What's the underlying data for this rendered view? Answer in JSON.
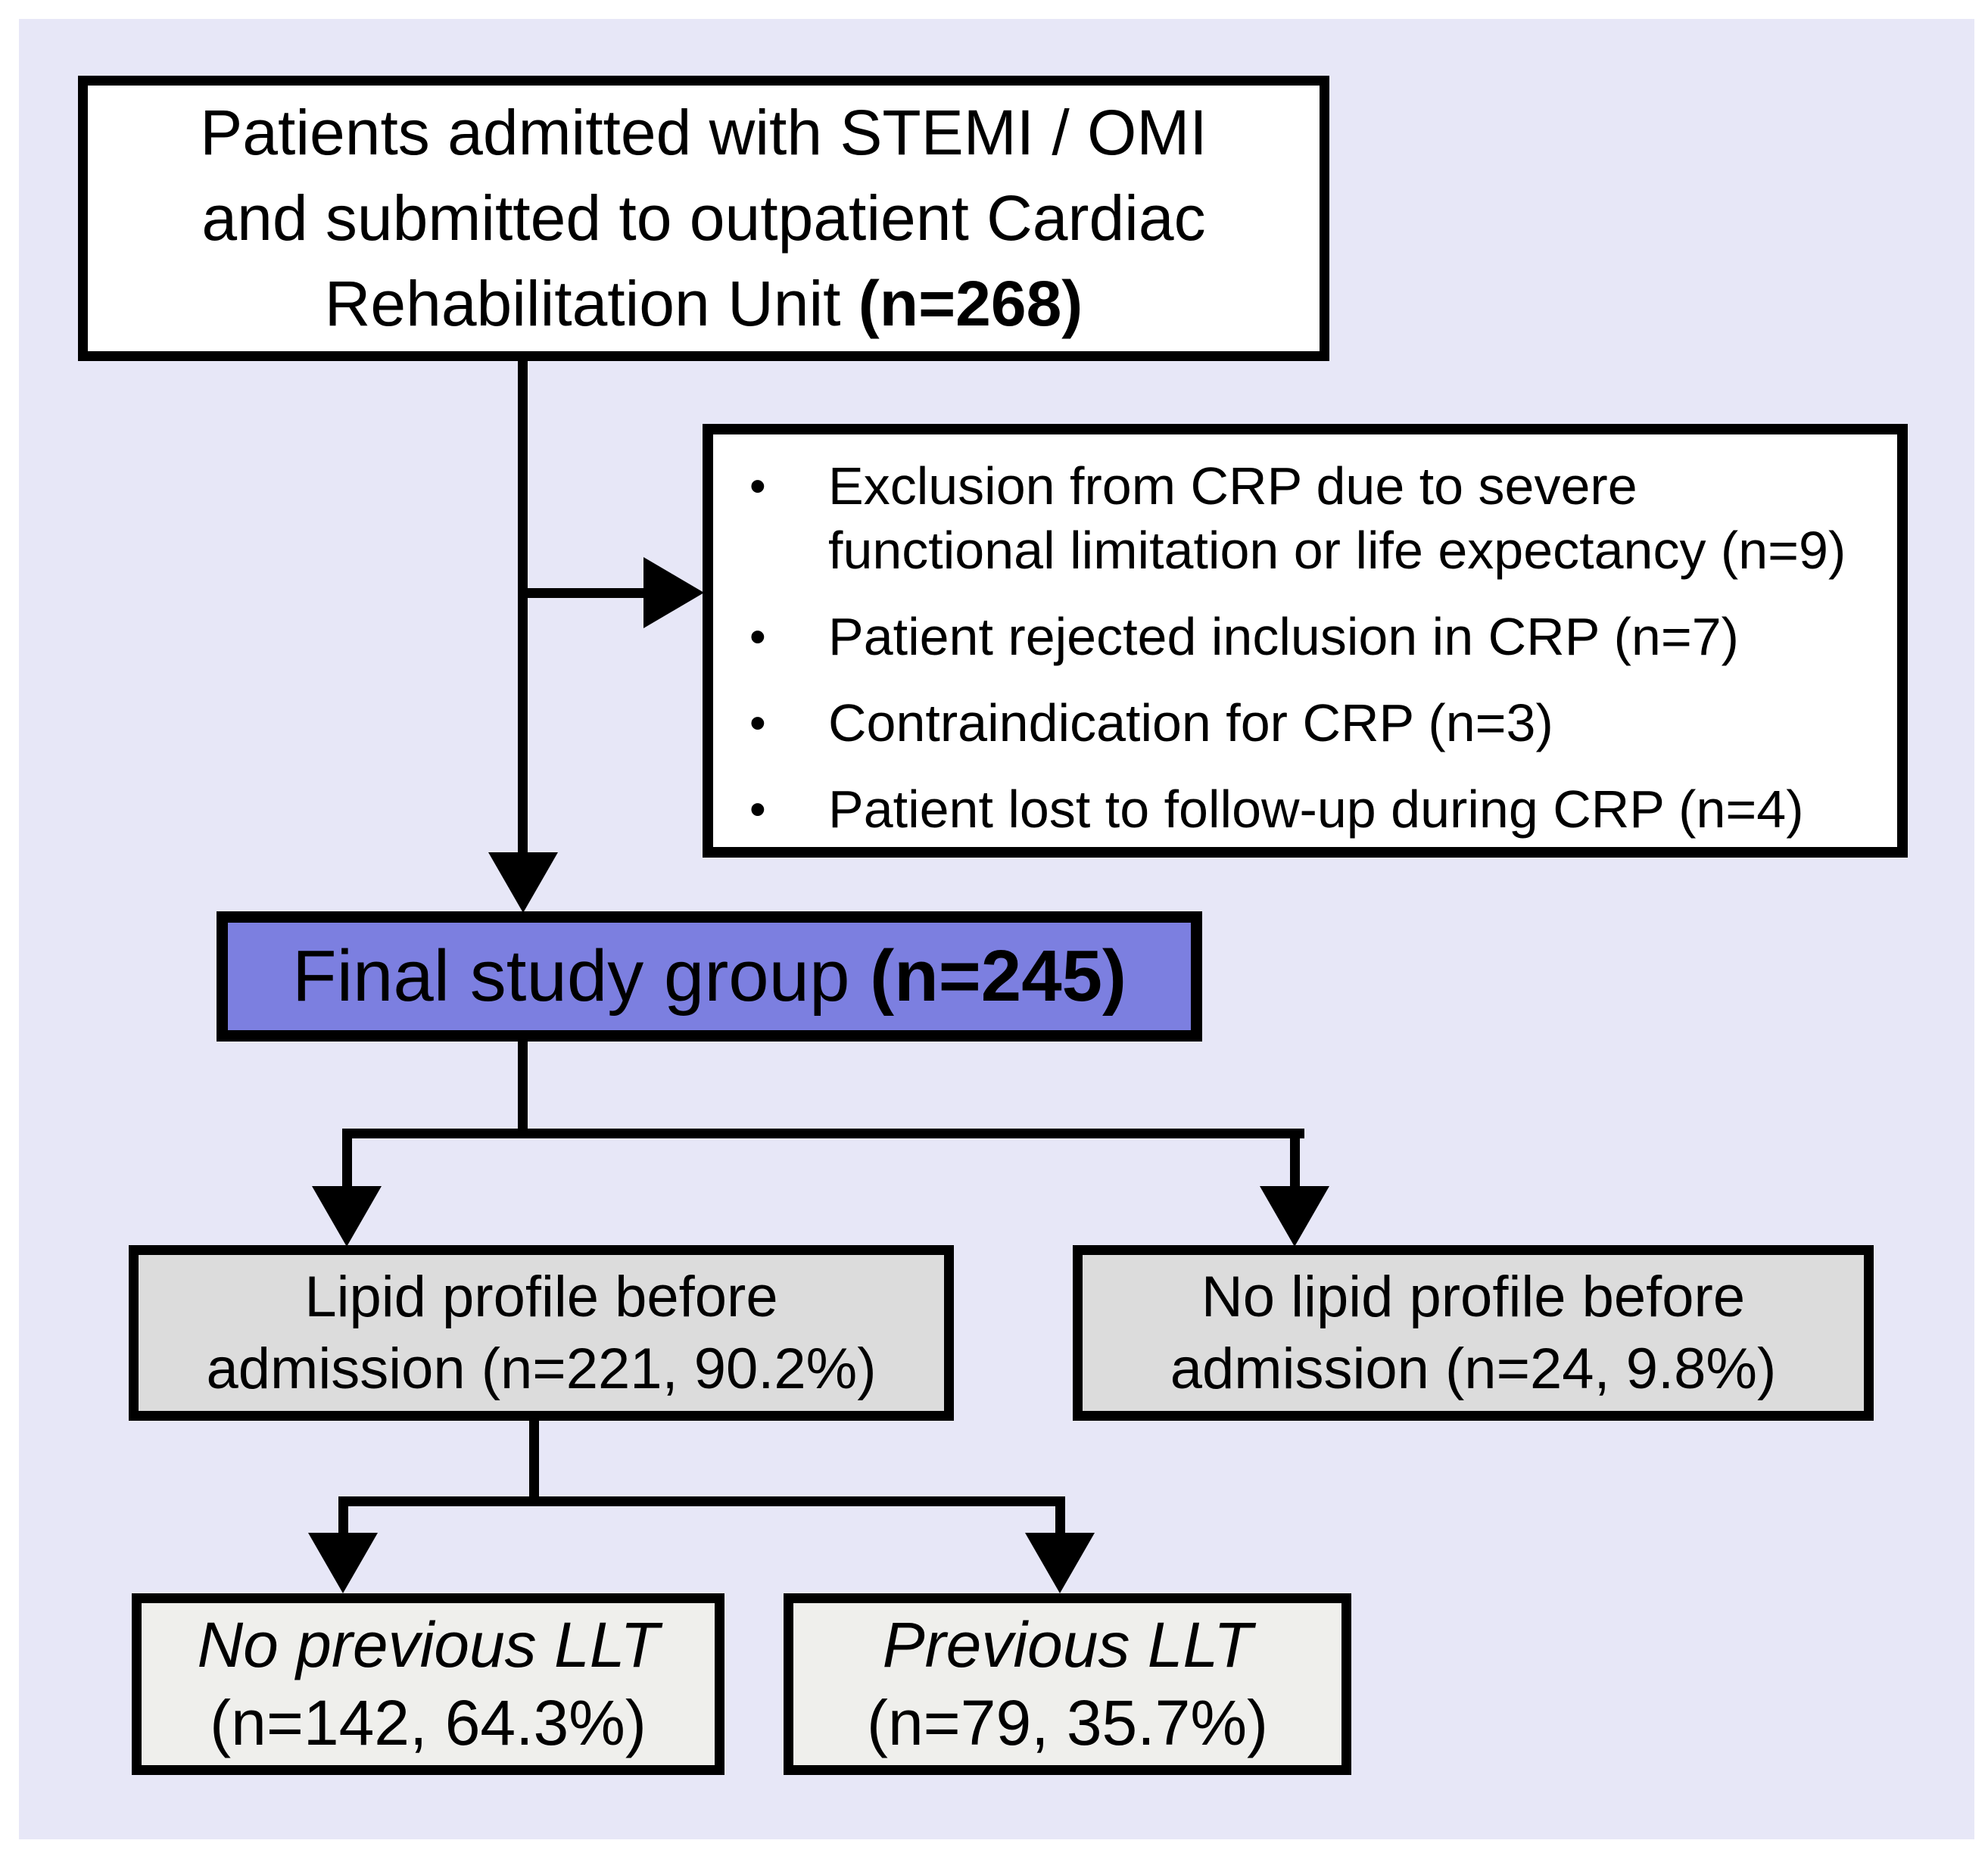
{
  "colors": {
    "panel_bg": "#e7e7f7",
    "box_bg": "#ffffff",
    "final_fill": "#7c7fe0",
    "gray_fill": "#dcdcdc",
    "light_fill": "#efefec",
    "border": "#000000",
    "text": "#000000"
  },
  "top_box": {
    "line1": "Patients admitted with STEMI / OMI",
    "line2": "and submitted to outpatient Cardiac",
    "line3_text": "Rehabilitation Unit ",
    "line3_bold": "(n=268)"
  },
  "exclusion_box": {
    "bullet": "•",
    "items": [
      {
        "line1": "Exclusion from CRP due to severe",
        "line2": "functional limitation or life expectancy (n=9)"
      },
      {
        "line1": "Patient rejected inclusion in CRP (n=7)"
      },
      {
        "line1": "Contraindication for CRP (n=3)"
      },
      {
        "line1": "Patient lost to follow-up during CRP (n=4)"
      }
    ]
  },
  "final_box": {
    "text": "Final study group ",
    "bold": "(n=245)"
  },
  "lipid_box": {
    "line1": "Lipid profile before",
    "line2": "admission (n=221, 90.2%)"
  },
  "no_lipid_box": {
    "line1": "No lipid profile before",
    "line2": "admission (n=24, 9.8%)"
  },
  "no_llt_box": {
    "line1": "No previous LLT",
    "line2": "(n=142, 64.3%)"
  },
  "llt_box": {
    "line1": "Previous LLT",
    "line2": "(n=79, 35.7%)"
  }
}
